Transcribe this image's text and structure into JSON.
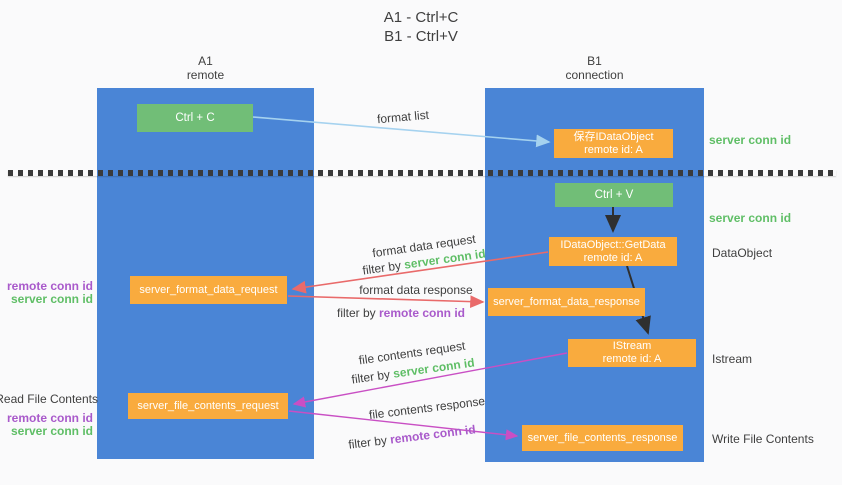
{
  "title": {
    "line1": "A1 - Ctrl+C",
    "line2": "B1 - Ctrl+V"
  },
  "lanes": {
    "left": {
      "name": "A1",
      "subtitle": "remote"
    },
    "right": {
      "name": "B1",
      "subtitle": "connection"
    }
  },
  "nodes": {
    "ctrl_c": {
      "label": "Ctrl + C"
    },
    "save_idataobject": {
      "line1": "保存IDataObject",
      "line2": "remote id: A"
    },
    "ctrl_v": {
      "label": "Ctrl + V"
    },
    "getdata": {
      "line1": "IDataObject::GetData",
      "line2": "remote id: A"
    },
    "format_request": {
      "label": "server_format_data_request"
    },
    "format_response": {
      "label": "server_format_data_response"
    },
    "istream": {
      "line1": "IStream",
      "line2": "remote id: A"
    },
    "file_request": {
      "label": "server_file_contents_request"
    },
    "file_response": {
      "label": "server_file_contents_response"
    }
  },
  "ids": {
    "server": "server conn id",
    "remote": "remote conn id"
  },
  "edge_labels": {
    "format_list": "format list",
    "filter_by": "filter by ",
    "format_data_request": "format data request",
    "format_data_response": "format data response",
    "file_contents_request": "file contents request",
    "file_contents_response": "file contents response"
  },
  "side_labels": {
    "dataobject": "DataObject",
    "istream": "Istream",
    "write_file_contents": "Write File Contents",
    "read_file_contents": "Read File Contents"
  },
  "colors": {
    "background": "#fafafb",
    "lane_blue": "#4a85d6",
    "box_green": "#71be77",
    "box_orange": "#f9ab3e",
    "arrow_lightblue": "#a5d2ef",
    "arrow_red": "#e96a6a",
    "arrow_magenta": "#c94fc4",
    "arrow_black": "#2f2f2f",
    "text_green": "#5fbe66",
    "text_purple": "#a95acb",
    "text_dark": "#3f3f3f"
  }
}
